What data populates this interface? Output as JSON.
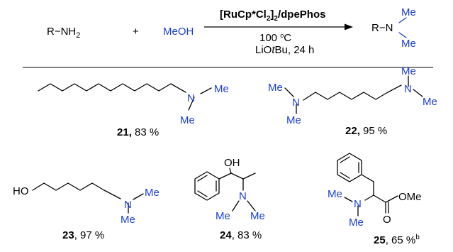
{
  "reaction": {
    "reactant_amine": "R−NH",
    "reactant_amine_sub": "2",
    "plus": "+",
    "methanol": "MeOH",
    "catalyst_a": "[RuCp*Cl",
    "catalyst_sub1": "2",
    "catalyst_b": "]",
    "catalyst_sub2": "2",
    "catalyst_c": "/dpePhos",
    "temperature_value": "100",
    "temperature_degree": "o",
    "temperature_unit": "C",
    "base_a": "LiO",
    "base_t": "t",
    "base_b": "Bu, 24 h",
    "product_r": "R−N",
    "me": "Me"
  },
  "compounds": [
    {
      "number": "21",
      "separator": ",",
      "yield": " 83 %"
    },
    {
      "number": "22",
      "separator": ",",
      "yield": " 95 %"
    },
    {
      "number": "23",
      "separator": ",",
      "yield": " 97 %"
    },
    {
      "number": "24",
      "separator": ",",
      "yield": " 83 %"
    },
    {
      "number": "25",
      "separator": ",",
      "yield": " 65 %",
      "note": "b"
    }
  ],
  "atoms": {
    "n": "N",
    "me": "Me",
    "oh": "OH",
    "ho": "HO",
    "o": "O",
    "ome": "OMe"
  },
  "colors": {
    "methyl_blue": "#1a3fd6",
    "text": "#000000"
  }
}
